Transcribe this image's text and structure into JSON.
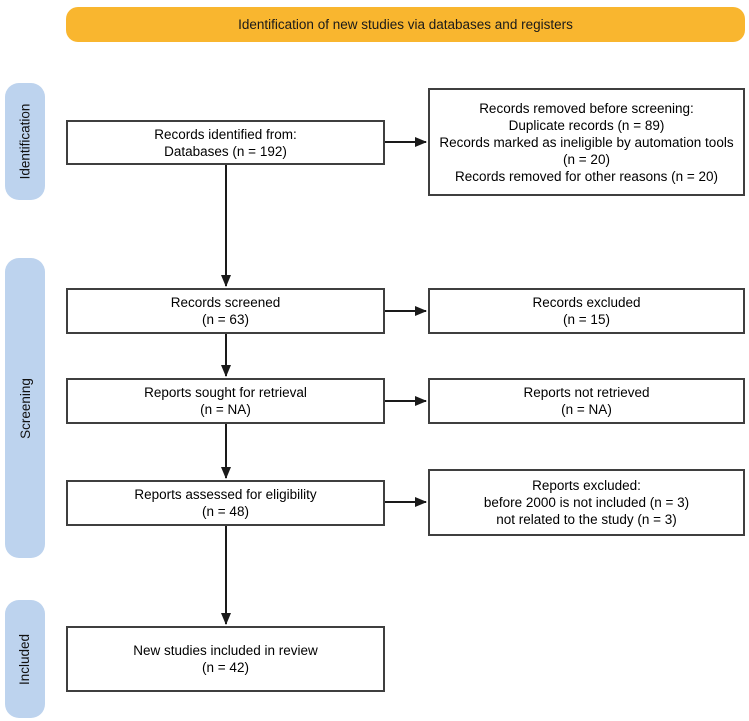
{
  "banner": {
    "label": "Identification of new studies via databases and registers"
  },
  "stages": {
    "identification": "Identification",
    "screening": "Screening",
    "included": "Included"
  },
  "boxes": {
    "records_identified": {
      "lines": [
        "Records identified from:",
        "Databases (n = 192)"
      ]
    },
    "records_removed": {
      "lines": [
        "Records removed before screening:",
        "Duplicate records (n = 89)",
        "Records marked as ineligible by automation tools (n = 20)",
        "Records removed for other reasons (n = 20)"
      ]
    },
    "records_screened": {
      "lines": [
        "Records screened",
        "(n = 63)"
      ]
    },
    "records_excluded": {
      "lines": [
        "Records excluded",
        "(n = 15)"
      ]
    },
    "reports_sought": {
      "lines": [
        "Reports sought for retrieval",
        "(n = NA)"
      ]
    },
    "reports_not_retrieved": {
      "lines": [
        "Reports not retrieved",
        "(n = NA)"
      ]
    },
    "reports_assessed": {
      "lines": [
        "Reports assessed for eligibility",
        "(n = 48)"
      ]
    },
    "reports_excluded": {
      "lines": [
        "Reports excluded:",
        "before 2000 is not included (n = 3)",
        "not related to the study (n = 3)"
      ]
    },
    "new_studies": {
      "lines": [
        "New studies included in review",
        "(n = 42)"
      ]
    }
  },
  "colors": {
    "banner_bg": "#F9B62F",
    "stage_bg": "#BDD3EE",
    "box_border": "#3F3F3F",
    "arrow": "#1A1A1A"
  }
}
